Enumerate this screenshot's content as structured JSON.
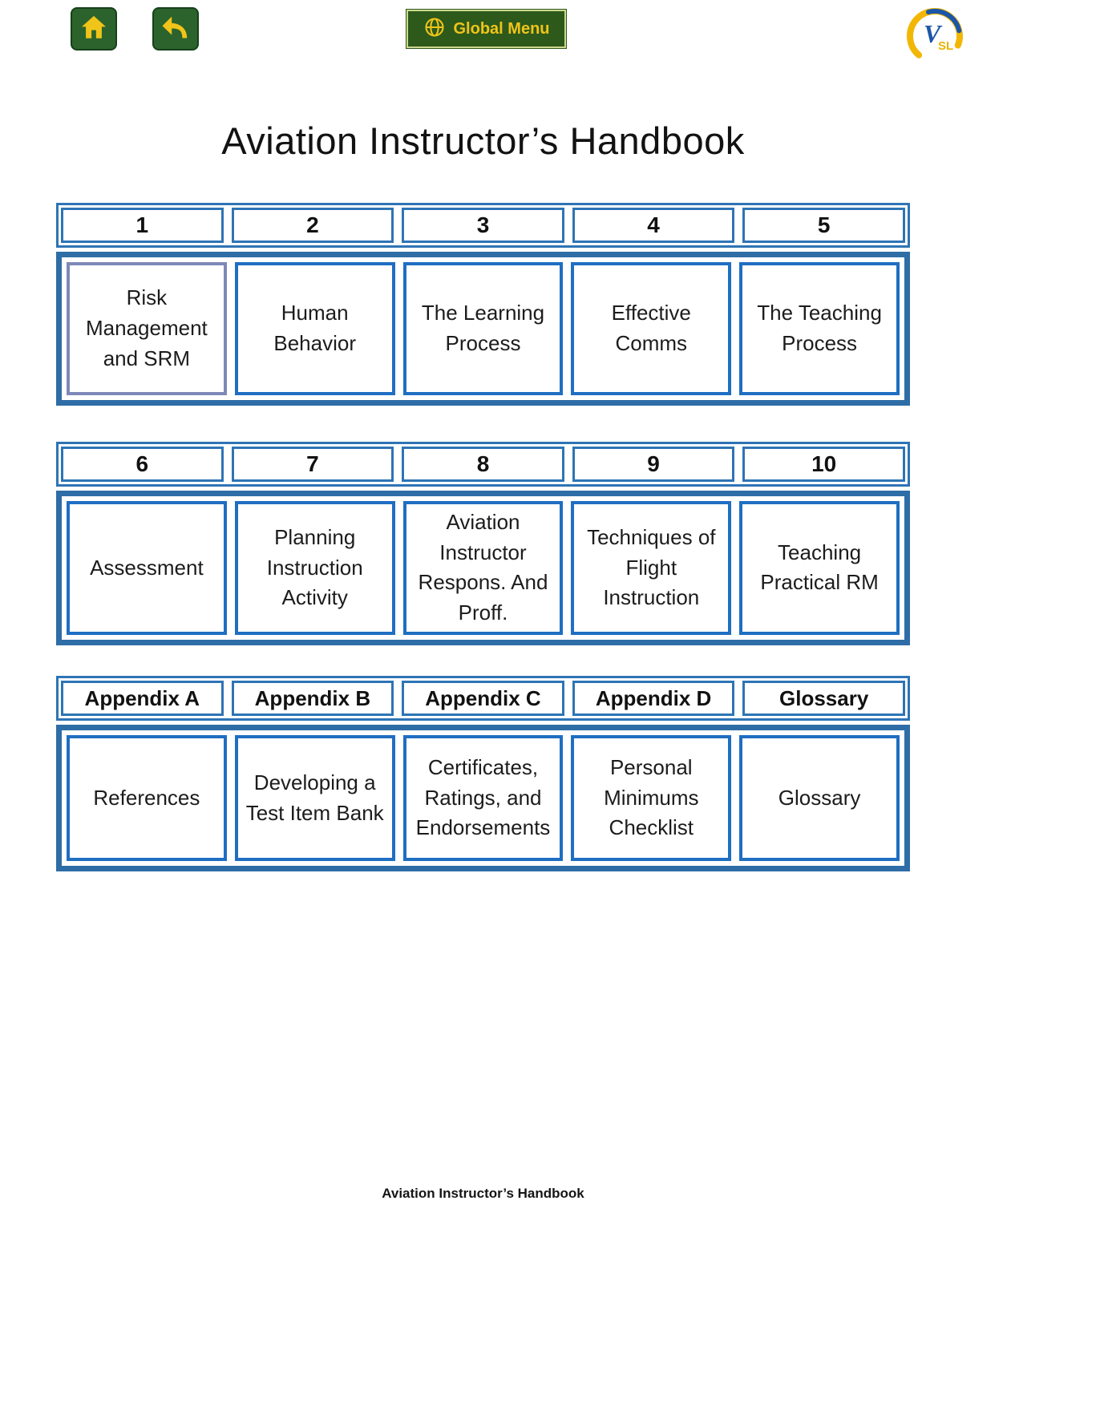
{
  "toolbar": {
    "global_menu_label": "Global Menu",
    "icons": {
      "home": "home-icon",
      "back": "back-arrow-icon",
      "globe": "globe-icon"
    }
  },
  "logo": {
    "v": "V",
    "sl": "SL"
  },
  "title": "Aviation Instructor’s Handbook",
  "footer": "Aviation Instructor’s Handbook",
  "rows": [
    {
      "headers": [
        "1",
        "2",
        "3",
        "4",
        "5"
      ],
      "cells": [
        "Risk Management and SRM",
        "Human Behavior",
        "The Learning Process",
        "Effective Comms",
        "The Teaching Process"
      ]
    },
    {
      "headers": [
        "6",
        "7",
        "8",
        "9",
        "10"
      ],
      "cells": [
        "Assessment",
        "Planning Instruction Activity",
        "Aviation Instructor Respons. And Proff.",
        "Techniques of Flight Instruction",
        "Teaching Practical RM"
      ]
    },
    {
      "headers": [
        "Appendix A",
        "Appendix B",
        "Appendix C",
        "Appendix D",
        "Glossary"
      ],
      "cells": [
        "References",
        "Developing a Test Item Bank",
        "Certificates, Ratings, and Endorsements",
        "Personal Minimums Checklist",
        "Glossary"
      ]
    }
  ],
  "colors": {
    "button_green": "#2c632c",
    "global_menu_green": "#2d591b",
    "icon_gold": "#f0c419",
    "header_border_blue": "#2e74b5",
    "cell_border_blue": "#1f6ec2",
    "container_border_blue": "#2e6da6",
    "visited_border": "#7e88b8"
  }
}
